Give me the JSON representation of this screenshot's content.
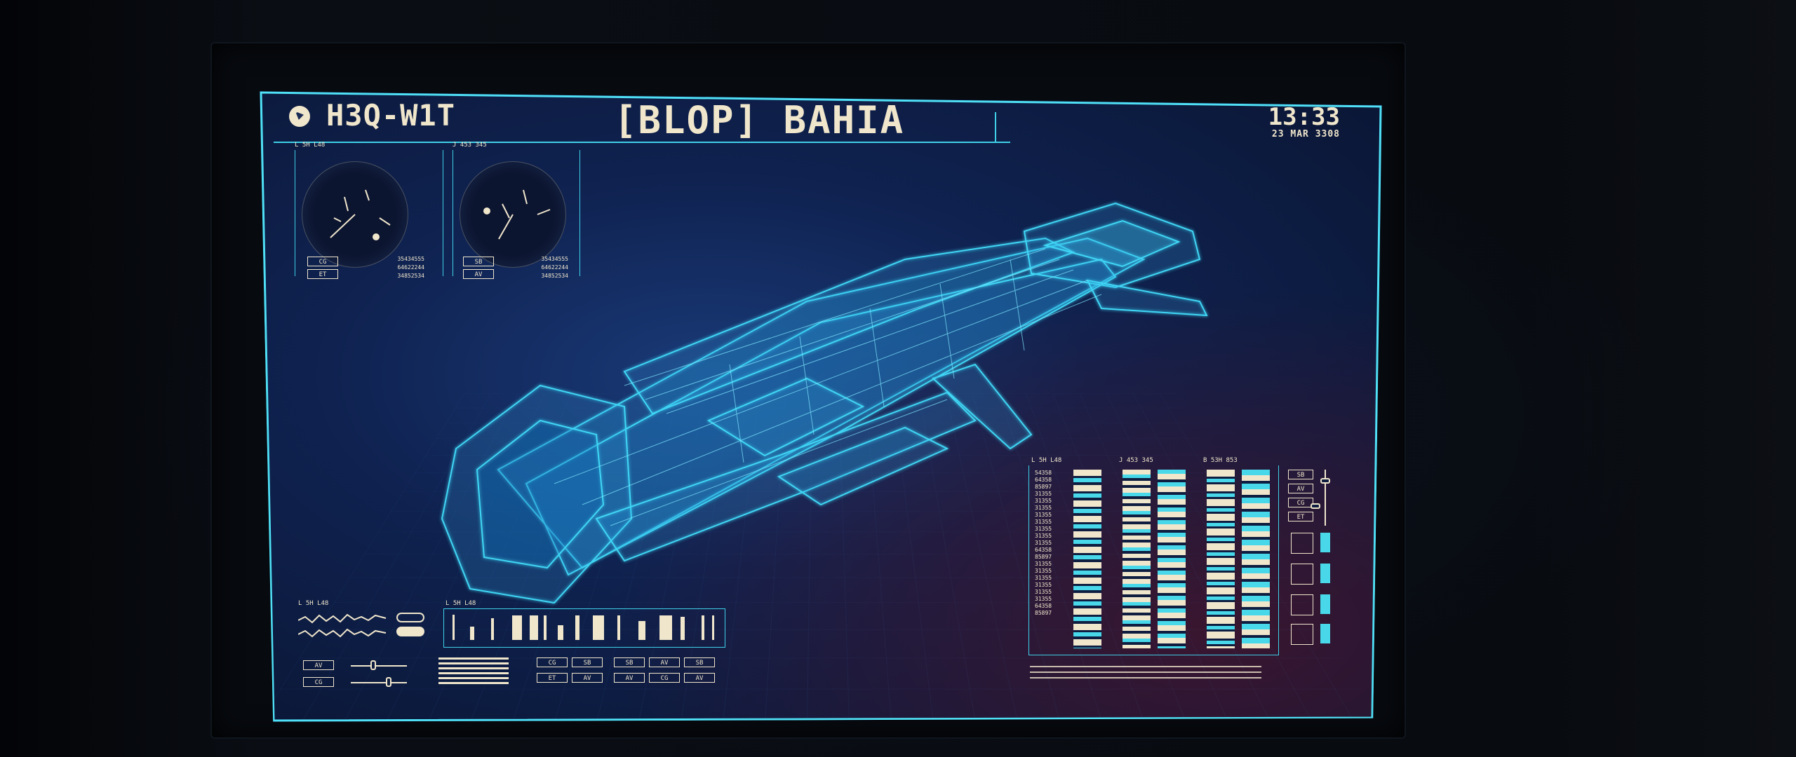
{
  "header": {
    "sector_code": "H3Q-W1T",
    "ship_name": "[BLOP] BAHIA",
    "clock_time": "13:33",
    "clock_date": "23 MAR 3308"
  },
  "dials": [
    {
      "label": "L 5H L48",
      "buttons": [
        "CG",
        "ET"
      ],
      "stats": [
        "35434555",
        "64622244",
        "34852534"
      ]
    },
    {
      "label": "J 453 345",
      "buttons": [
        "SB",
        "AV"
      ],
      "stats": [
        "35434555",
        "64622244",
        "34852534"
      ]
    }
  ],
  "bottom_left": {
    "waveform_label": "L 5H L48",
    "buttons": [
      "AV",
      "CG"
    ]
  },
  "barcode_panel": {
    "label": "L 5H L48",
    "buttons_row1": [
      "CG",
      "SB",
      "SB",
      "AV",
      "SB"
    ],
    "buttons_row2": [
      "ET",
      "AV",
      "AV",
      "CG",
      "AV"
    ]
  },
  "data_table": {
    "labels": [
      "L 5H L48",
      "J 453 345",
      "B 53H 853"
    ],
    "rows": [
      "54358",
      "64358",
      "85897",
      "31355",
      "31355",
      "31355",
      "31355",
      "31355",
      "31355",
      "31355",
      "31355",
      "64358",
      "85897",
      "31355",
      "31355",
      "31355",
      "31355",
      "31355",
      "31355",
      "64358",
      "85897"
    ],
    "side_buttons": [
      "SB",
      "AV",
      "CG",
      "ET"
    ]
  }
}
